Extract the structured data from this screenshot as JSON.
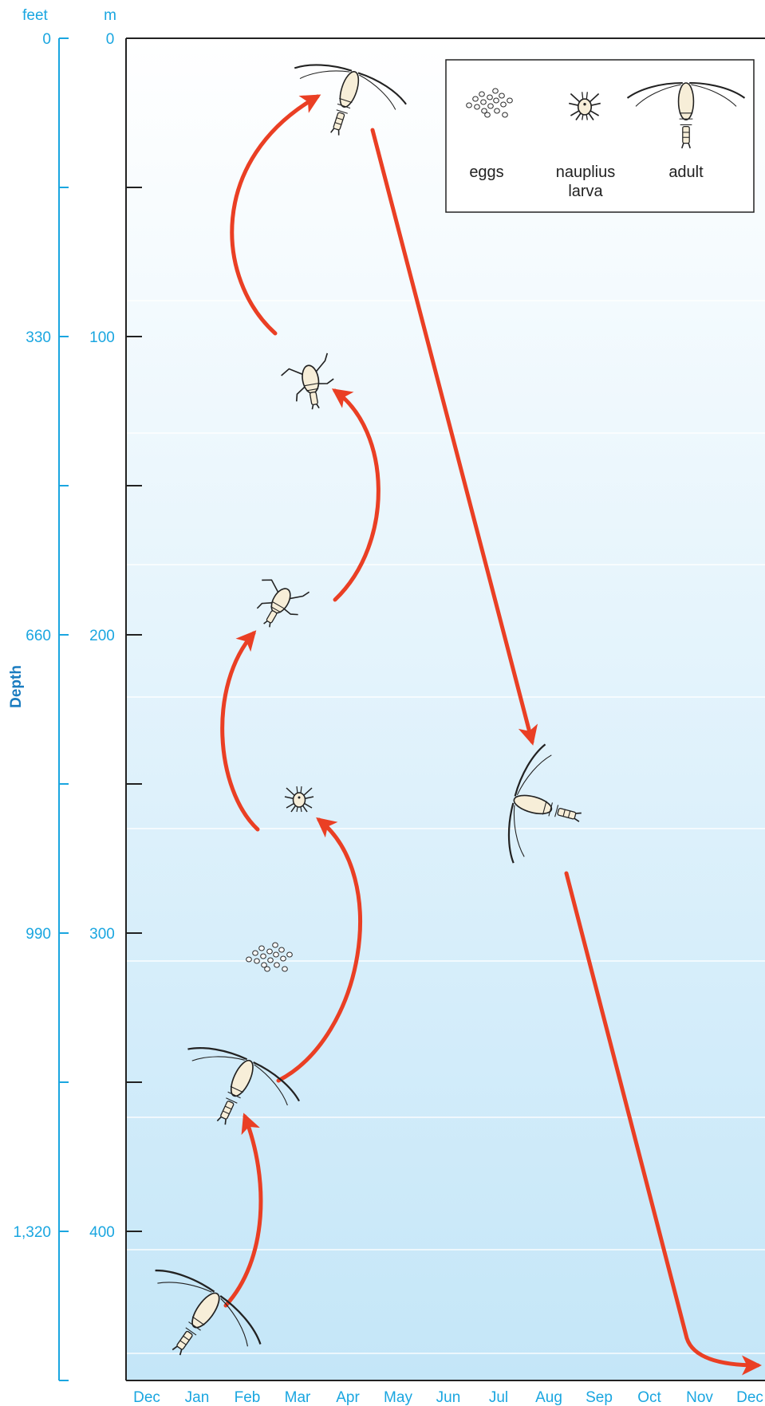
{
  "colors": {
    "axis_label": "#1aa6e0",
    "depth_label": "#1a7cc0",
    "arrow": "#ea3f24",
    "bg_top": "#ffffff",
    "bg_bottom": "#c4e6f8",
    "outline": "#222222",
    "body_fill": "#f7eed8"
  },
  "axes": {
    "feet_unit": "feet",
    "m_unit": "m",
    "depth_title": "Depth",
    "feet_ticks": [
      "0",
      "330",
      "660",
      "990",
      "1,320"
    ],
    "m_ticks": [
      "0",
      "100",
      "200",
      "300",
      "400"
    ],
    "months": [
      "Dec",
      "Jan",
      "Feb",
      "Mar",
      "Apr",
      "May",
      "Jun",
      "Jul",
      "Aug",
      "Sep",
      "Oct",
      "Nov",
      "Dec"
    ]
  },
  "legend": {
    "eggs": "eggs",
    "nauplius_line1": "nauplius",
    "nauplius_line2": "larva",
    "adult": "adult"
  },
  "chart_data": {
    "type": "diagram",
    "y_axis": {
      "label": "Depth",
      "units": [
        "feet",
        "m"
      ],
      "range_m": [
        0,
        450
      ]
    },
    "x_axis": {
      "categories": [
        "Dec",
        "Jan",
        "Feb",
        "Mar",
        "Apr",
        "May",
        "Jun",
        "Jul",
        "Aug",
        "Sep",
        "Oct",
        "Nov",
        "Dec"
      ]
    },
    "stages": [
      {
        "icon": "adult-icon",
        "month": "Jan",
        "depth_m": 430
      },
      {
        "icon": "adult-icon",
        "month": "Feb",
        "depth_m": 350
      },
      {
        "icon": "eggs-icon",
        "month": "Feb",
        "depth_m": 308
      },
      {
        "icon": "nauplius-icon",
        "month": "Mar",
        "depth_m": 255
      },
      {
        "icon": "copepodite-icon",
        "month": "Feb",
        "depth_m": 190
      },
      {
        "icon": "copepodite-icon",
        "month": "Mar",
        "depth_m": 112
      },
      {
        "icon": "adult-icon",
        "month": "Apr",
        "depth_m": 15
      },
      {
        "icon": "adult-icon",
        "month": "Aug",
        "depth_m": 258
      }
    ]
  }
}
